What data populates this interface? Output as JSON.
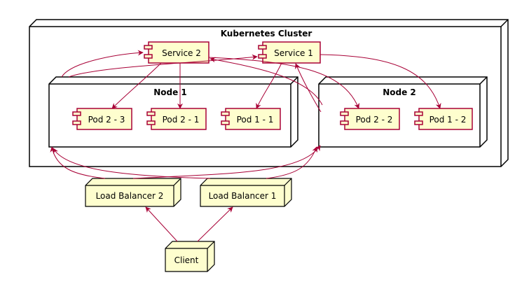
{
  "cluster": {
    "title": "Kubernetes Cluster"
  },
  "services": [
    {
      "id": "service2",
      "label": "Service 2"
    },
    {
      "id": "service1",
      "label": "Service 1"
    }
  ],
  "nodes": [
    {
      "id": "node1",
      "label": "Node 1",
      "pods": [
        "Pod 2 - 3",
        "Pod 2 - 1",
        "Pod 1 - 1"
      ]
    },
    {
      "id": "node2",
      "label": "Node 2",
      "pods": [
        "Pod 2 - 2",
        "Pod 1 - 2"
      ]
    }
  ],
  "load_balancers": [
    {
      "id": "lb2",
      "label": "Load Balancer 2"
    },
    {
      "id": "lb1",
      "label": "Load Balancer 1"
    }
  ],
  "client": {
    "label": "Client"
  },
  "colors": {
    "edge": "#A80036",
    "component_fill": "#FEFECE",
    "node_fill": "#FFFFFF",
    "border": "#000000"
  }
}
